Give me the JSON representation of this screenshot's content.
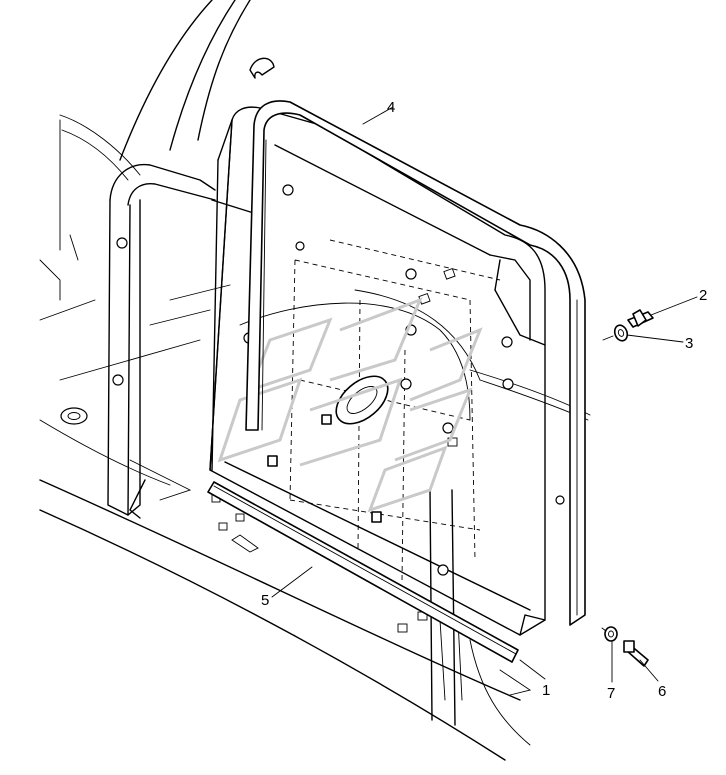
{
  "diagram": {
    "callouts": [
      {
        "id": "1",
        "label": "1"
      },
      {
        "id": "2",
        "label": "2"
      },
      {
        "id": "3",
        "label": "3"
      },
      {
        "id": "4",
        "label": "4"
      },
      {
        "id": "5",
        "label": "5"
      },
      {
        "id": "6",
        "label": "6"
      },
      {
        "id": "7",
        "label": "7"
      }
    ],
    "colors": {
      "line": "#000000",
      "background": "#ffffff",
      "watermark": "#c9c9c9"
    }
  }
}
